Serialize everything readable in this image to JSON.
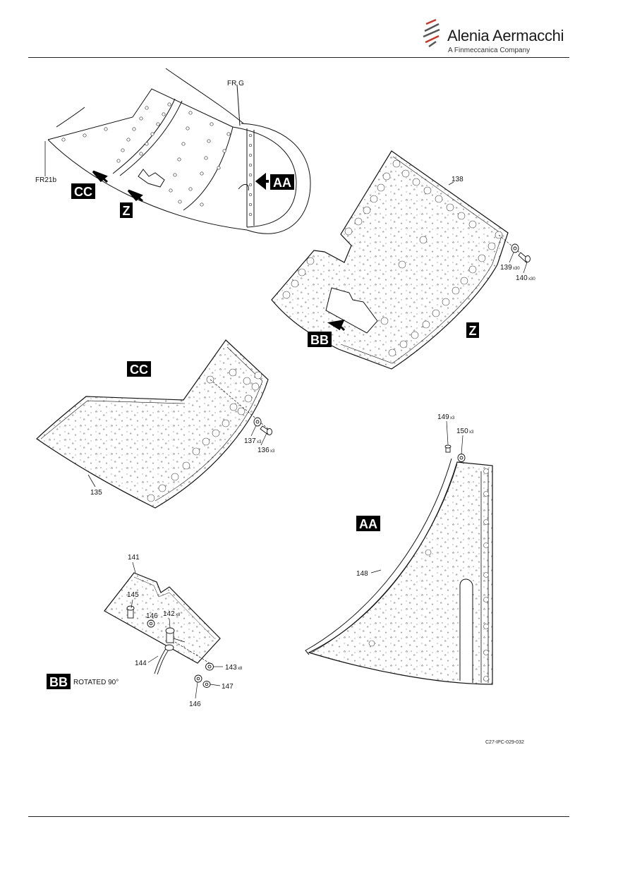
{
  "header": {
    "brand_name": "Alenia Aermacchi",
    "brand_sub": "A Finmeccanica Company"
  },
  "view_tags": {
    "aa": "AA",
    "bb": "BB",
    "cc": "CC",
    "z": "Z"
  },
  "labels": {
    "frg": "FR G",
    "fr21b": "FR21b",
    "rotated": "ROTATED 90°"
  },
  "callouts": {
    "p135": {
      "num": "135",
      "qty": ""
    },
    "p136": {
      "num": "136",
      "qty": "x3"
    },
    "p137": {
      "num": "137",
      "qty": "x3"
    },
    "p138": {
      "num": "138",
      "qty": ""
    },
    "p139": {
      "num": "139",
      "qty": "x30"
    },
    "p140": {
      "num": "140",
      "qty": "x30"
    },
    "p141": {
      "num": "141",
      "qty": ""
    },
    "p142": {
      "num": "142",
      "qty": "x8"
    },
    "p143": {
      "num": "143",
      "qty": "x8"
    },
    "p144": {
      "num": "144",
      "qty": ""
    },
    "p145": {
      "num": "145",
      "qty": ""
    },
    "p146a": {
      "num": "146",
      "qty": ""
    },
    "p146b": {
      "num": "146",
      "qty": ""
    },
    "p147": {
      "num": "147",
      "qty": ""
    },
    "p148": {
      "num": "148",
      "qty": ""
    },
    "p149": {
      "num": "149",
      "qty": "x3"
    },
    "p150": {
      "num": "150",
      "qty": "x3"
    }
  },
  "doc_id": "C27-IPC-029-032"
}
